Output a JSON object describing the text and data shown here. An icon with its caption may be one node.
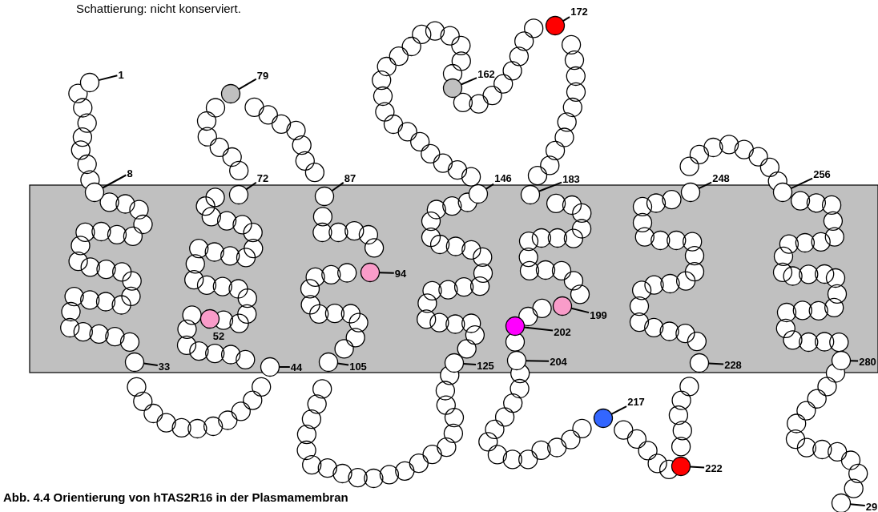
{
  "diagram": {
    "caption": "Abb. 4.4 Orientierung von hTAS2R16 in der Plasmamembran",
    "nodes": [
      {
        "text": [
          "1"
        ]
      },
      {
        "text": [],
        "shape": "circle"
      },
      {
        "text": [
          "8"
        ]
      },
      {
        "text": [],
        "shape": "circle"
      },
      {
        "text": [
          "33"
        ]
      },
      {
        "text": [],
        "shape": "circle"
      },
      {
        "text": [
          "44"
        ]
      },
      {
        "text": [],
        "shape": "circle"
      },
      {
        "text": [
          "52"
        ]
      },
      {
        "text": [],
        "shape": "circle"
      },
      {
        "text": [
          "72"
        ]
      },
      {
        "text": [],
        "shape": "circle"
      },
      {
        "text": [
          "79"
        ]
      },
      {
        "text": [],
        "shape": "circle"
      },
      {
        "text": [
          "87"
        ]
      },
      {
        "text": [],
        "shape": "circle"
      },
      {
        "text": [
          "94"
        ]
      },
      {
        "text": [],
        "shape": "circle"
      },
      {
        "text": [
          "105"
        ]
      },
      {
        "text": [],
        "shape": "circle"
      },
      {
        "text": [
          "125"
        ]
      },
      {
        "text": [],
        "shape": "circle"
      },
      {
        "text": [
          "146"
        ]
      },
      {
        "text": [],
        "shape": "circle"
      },
      {
        "text": [
          "162"
        ]
      },
      {
        "text": [],
        "shape": "circle"
      },
      {
        "text": [
          "172"
        ]
      },
      {
        "text": [],
        "shape": "circle"
      },
      {
        "text": [
          "183"
        ]
      },
      {
        "text": [],
        "shape": "circle"
      },
      {
        "text": [
          "199"
        ]
      },
      {
        "text": [],
        "shape": "circle"
      },
      {
        "text": [
          "202"
        ]
      },
      {
        "text": [],
        "shape": "circle"
      },
      {
        "text": [
          "204"
        ]
      },
      {
        "text": [],
        "shape": "circle"
      },
      {
        "text": [
          "217"
        ]
      },
      {
        "text": [],
        "shape": "circle"
      },
      {
        "text": [
          "222"
        ]
      },
      {
        "text": [],
        "shape": "circle"
      },
      {
        "text": [
          "228"
        ]
      },
      {
        "text": [],
        "shape": "circle"
      },
      {
        "text": [
          "248"
        ]
      },
      {
        "text": [],
        "shape": "circle"
      },
      {
        "text": [
          "256"
        ]
      },
      {
        "text": [],
        "shape": "circle"
      },
      {
        "text": [
          "280"
        ]
      },
      {
        "text": [],
        "shape": "circle"
      },
      {
        "text": [
          "29"
        ]
      },
      {
        "text": [],
        "shape": "circle"
      }
    ],
    "edges": [
      {
        "from": 0,
        "to": 1,
        "arrow": "none"
      },
      {
        "from": 2,
        "to": 3,
        "arrow": "none"
      },
      {
        "from": 4,
        "to": 5,
        "arrow": "none"
      },
      {
        "from": 6,
        "to": 7,
        "arrow": "none"
      },
      {
        "from": 10,
        "to": 11,
        "arrow": "none"
      },
      {
        "from": 12,
        "to": 13,
        "arrow": "none"
      },
      {
        "from": 14,
        "to": 15,
        "arrow": "none"
      },
      {
        "from": 16,
        "to": 17,
        "arrow": "none"
      },
      {
        "from": 18,
        "to": 19,
        "arrow": "none"
      },
      {
        "from": 20,
        "to": 21,
        "arrow": "none"
      },
      {
        "from": 22,
        "to": 23,
        "arrow": "none"
      },
      {
        "from": 24,
        "to": 25,
        "arrow": "none"
      },
      {
        "from": 26,
        "to": 27,
        "arrow": "none"
      },
      {
        "from": 28,
        "to": 29,
        "arrow": "none"
      },
      {
        "from": 30,
        "to": 31,
        "arrow": "none"
      },
      {
        "from": 32,
        "to": 33,
        "arrow": "none"
      },
      {
        "from": 34,
        "to": 35,
        "arrow": "none"
      },
      {
        "from": 36,
        "to": 37,
        "arrow": "none"
      },
      {
        "from": 38,
        "to": 39,
        "arrow": "none"
      },
      {
        "from": 40,
        "to": 41,
        "arrow": "none"
      },
      {
        "from": 42,
        "to": 43,
        "arrow": "none"
      },
      {
        "from": 44,
        "to": 45,
        "arrow": "none"
      },
      {
        "from": 46,
        "to": 47,
        "arrow": "none"
      },
      {
        "from": 48,
        "to": 49,
        "arrow": "none"
      }
    ],
    "labels": [
      "Schattierung: nicht konserviert."
    ]
  }
}
